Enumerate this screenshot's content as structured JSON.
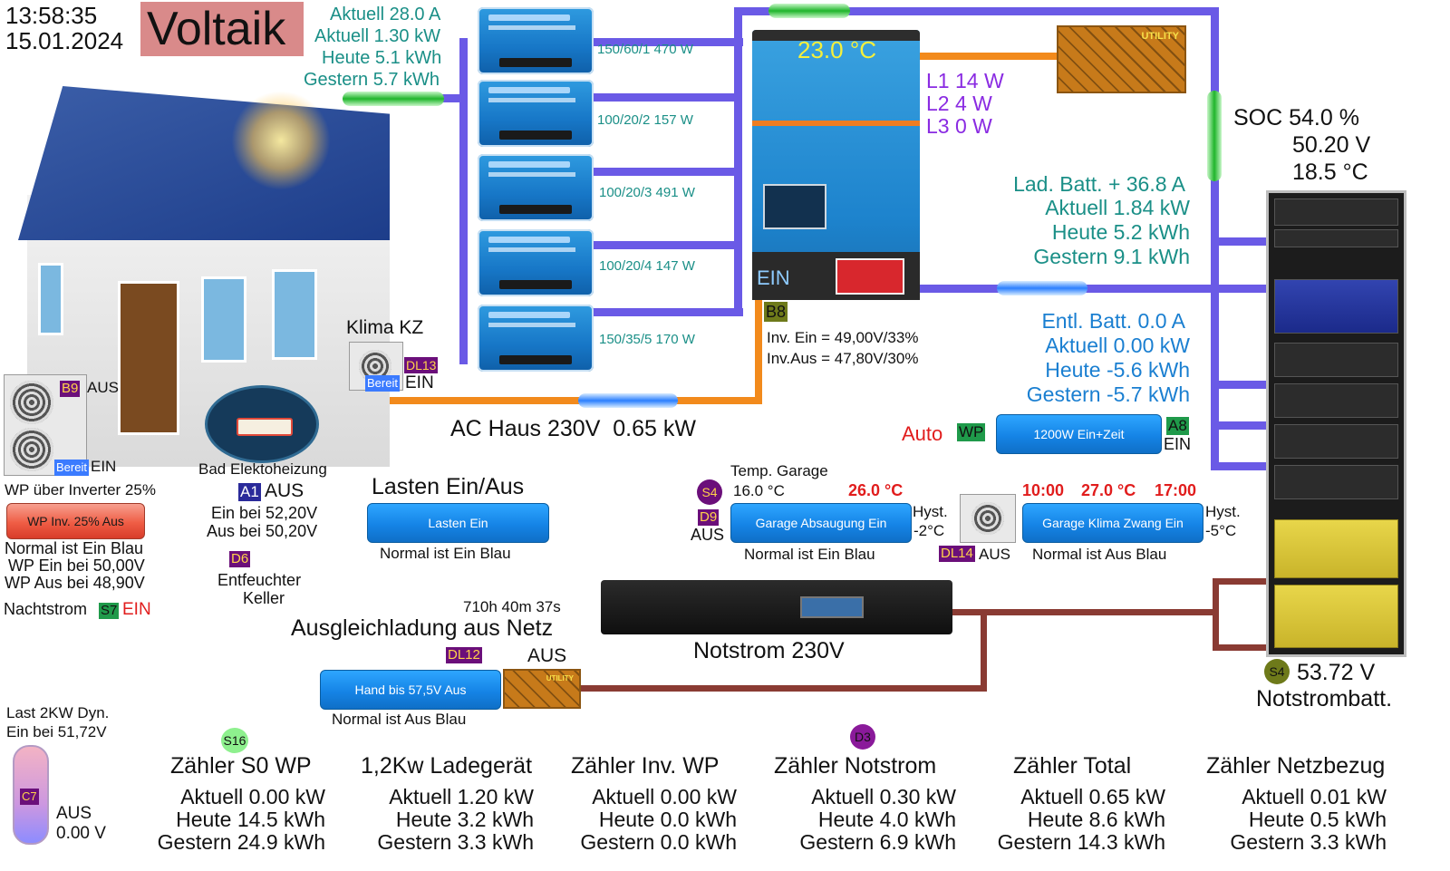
{
  "header": {
    "time": "13:58:35",
    "date": "15.01.2024",
    "title": "Voltaik"
  },
  "pv": {
    "aktuell_a": "Aktuell 28.0 A",
    "aktuell_kw": "Aktuell 1.30 kW",
    "heute": "Heute 5.1 kWh",
    "gestern": "Gestern 5.7 kWh",
    "mppts": [
      {
        "label": "150/60/1 470 W"
      },
      {
        "label": "100/20/2 157 W"
      },
      {
        "label": "100/20/3 491 W"
      },
      {
        "label": "100/20/4 147 W"
      },
      {
        "label": "150/35/5 170 W"
      }
    ]
  },
  "inverter": {
    "temp": "23.0 °C",
    "l1": "L1 14 W",
    "l2": "L2 4 W",
    "l3": "L3 0 W",
    "status": "EIN",
    "badge": "B8",
    "inv_ein": "Inv. Ein = 49,00V/33%",
    "inv_aus": "Inv.Aus = 47,80V/30%"
  },
  "battery": {
    "soc": "SOC 54.0 %",
    "voltage": "50.20 V",
    "temp": "18.5 °C",
    "lad": "Lad. Batt. + 36.8 A",
    "lad_aktuell": "Aktuell 1.84 kW",
    "lad_heute": "Heute 5.2 kWh",
    "lad_gestern": "Gestern 9.1 kWh",
    "entl": "Entl. Batt. 0.0 A",
    "entl_aktuell": "Aktuell 0.00 kW",
    "entl_heute": "Heute -5.6 kWh",
    "entl_gestern": "Gestern -5.7 kWh"
  },
  "charger": {
    "auto": "Auto",
    "wp_badge": "WP",
    "button": "1200W Ein+Zeit",
    "a8": "A8",
    "a8_state": "EIN"
  },
  "house": {
    "klima_label": "Klima KZ",
    "dl13": "DL13",
    "klima_bereit": "Bereit",
    "klima_state": "EIN",
    "b9": "B9",
    "b9_state": "AUS",
    "wp_bereit": "Bereit",
    "wp_state": "EIN",
    "ac_haus": "AC Haus 230V  0.65 kW"
  },
  "heizung": {
    "label": "Bad Elektoheizung",
    "a1": "A1",
    "a1_state": "AUS",
    "ein": "Ein bei 52,20V",
    "aus": "Aus bei 50,20V",
    "d6": "D6",
    "entf1": "Entfeuchter",
    "entf2": "Keller"
  },
  "wp": {
    "title": "WP über Inverter 25%",
    "button": "WP Inv. 25% Aus",
    "n1": "Normal ist Ein Blau",
    "n2": "WP Ein bei 50,00V",
    "n3": "WP Aus bei 48,90V",
    "nachtstrom": "Nachtstrom",
    "s7": "S7",
    "s7_state": "EIN"
  },
  "lasten": {
    "title": "Lasten Ein/Aus",
    "button": "Lasten Ein",
    "note": "Normal ist Ein Blau"
  },
  "garage": {
    "temp_label": "Temp. Garage",
    "temp_value": "16.0 °C",
    "s4": "S4",
    "d9": "D9",
    "d9_state": "AUS",
    "set_temp": "26.0 °C",
    "button": "Garage Absaugung Ein",
    "hyst1": "Hyst.",
    "hyst2": "-2°C",
    "note": "Normal ist Ein Blau"
  },
  "garage_klima": {
    "t_from": "10:00",
    "set_temp": "27.0 °C",
    "t_to": "17:00",
    "button": "Garage Klima Zwang Ein",
    "hyst1": "Hyst.",
    "hyst2": "-5°C",
    "dl14": "DL14",
    "dl14_state": "AUS",
    "note": "Normal ist Aus Blau"
  },
  "ausgleich": {
    "runtime": "710h 40m 37s",
    "title": "Ausgleichladung aus Netz",
    "dl12": "DL12",
    "state": "AUS",
    "button": "Hand bis 57,5V Aus",
    "note": "Normal ist Aus Blau"
  },
  "notstrom": {
    "label": "Notstrom 230V",
    "s4": "S4",
    "voltage": "53.72 V",
    "batt": "Notstrombatt."
  },
  "boiler": {
    "l1": "Last 2KW Dyn.",
    "l2": "Ein bei 51,72V",
    "c7": "C7",
    "state": "AUS",
    "voltage": "0.00 V"
  },
  "badges": {
    "s16": "S16",
    "d3": "D3"
  },
  "utility_label": "UTILITY",
  "counters": [
    {
      "title": "Zähler S0 WP",
      "a": "Aktuell 0.00 kW",
      "h": "Heute 14.5 kWh",
      "g": "Gestern 24.9 kWh"
    },
    {
      "title": "1,2Kw Ladegerät",
      "a": "Aktuell 1.20 kW",
      "h": "Heute 3.2 kWh",
      "g": "Gestern 3.3 kWh"
    },
    {
      "title": "Zähler Inv. WP",
      "a": "Aktuell 0.00 kW",
      "h": "Heute 0.0 kWh",
      "g": "Gestern 0.0 kWh"
    },
    {
      "title": "Zähler Notstrom",
      "a": "Aktuell 0.30 kW",
      "h": "Heute 4.0 kWh",
      "g": "Gestern 6.9 kWh"
    },
    {
      "title": "Zähler Total",
      "a": "Aktuell 0.65 kW",
      "h": "Heute 8.6 kWh",
      "g": "Gestern 14.3 kWh"
    },
    {
      "title": "Zähler Netzbezug",
      "a": "Aktuell 0.01 kW",
      "h": "Heute 0.5 kWh",
      "g": "Gestern 3.3 kWh"
    }
  ]
}
